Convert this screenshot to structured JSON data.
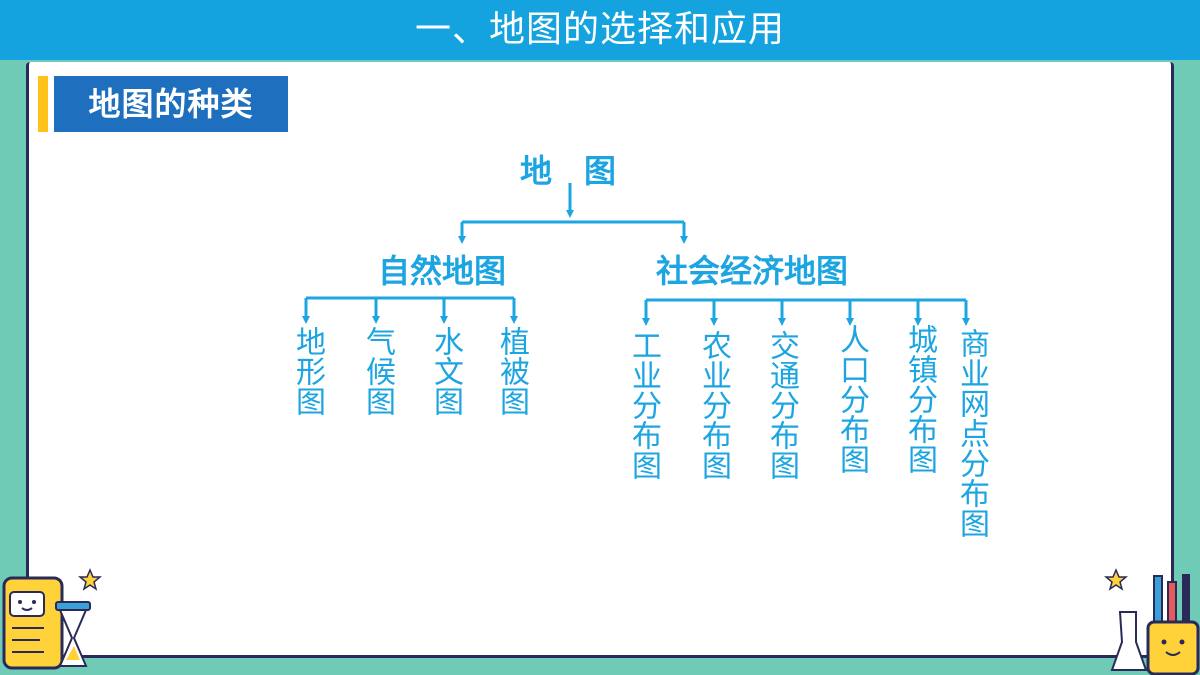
{
  "header": {
    "title": "一、地图的选择和应用"
  },
  "section": {
    "title": "地图的种类"
  },
  "diagram": {
    "root": "地　图",
    "branches": [
      {
        "label": "自然地图",
        "leaves": [
          "地形图",
          "气候图",
          "水文图",
          "植被图"
        ]
      },
      {
        "label": "社会经济地图",
        "leaves": [
          "工业分布图",
          "农业分布图",
          "交通分布图",
          "人口分布图",
          "城镇分布图",
          "商业网点分布图"
        ]
      }
    ]
  },
  "colors": {
    "header": "#14a3df",
    "accent": "#ffc21a",
    "section": "#1f6fbf",
    "diagram": "#1da5e2",
    "frame": "#6fcbb5"
  },
  "icons": [
    "star-icon",
    "scroll-character-icon",
    "hourglass-icon",
    "pencil-cup-character-icon",
    "flask-icon"
  ]
}
